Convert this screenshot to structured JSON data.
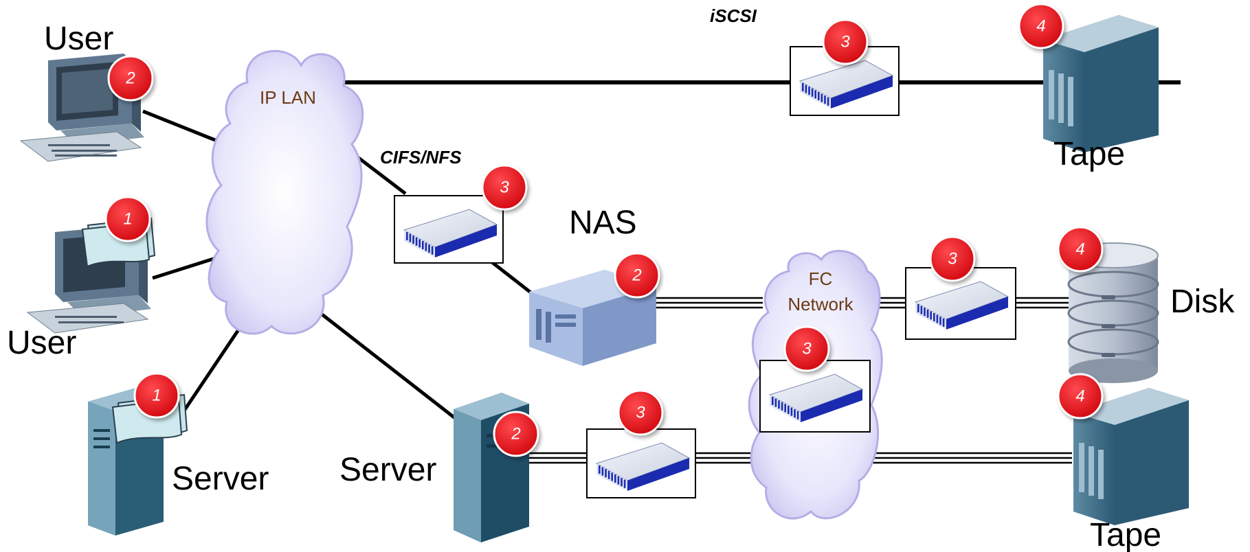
{
  "labels": {
    "user_top": "User",
    "user_bottom": "User",
    "server_left": "Server",
    "server_mid": "Server",
    "nas": "NAS",
    "tape_top": "Tape",
    "tape_bottom": "Tape",
    "disk": "Disk"
  },
  "networks": {
    "ip_lan": "IP LAN",
    "fc_line1": "FC",
    "fc_line2": "Network"
  },
  "protocols": {
    "iscsi": "iSCSI",
    "cifs_nfs": "CIFS/NFS"
  },
  "badges": {
    "user_top": "2",
    "user_bottom": "1",
    "server_left": "1",
    "server_mid": "2",
    "nas": "2",
    "switch_iscsi": "3",
    "switch_cifs": "3",
    "switch_disk": "3",
    "switch_fc": "3",
    "switch_server": "3",
    "tape_top": "4",
    "disk": "4",
    "tape_bottom": "4"
  },
  "colors": {
    "badge": "#e8141b",
    "cloud_edge": "#9d96d6",
    "cloud_fill": "#eeeefc",
    "switch_blue": "#1b2bb0",
    "tape_body": "#24546e",
    "nas_body": "#8fa8d6",
    "net_label": "#6b3a14"
  }
}
